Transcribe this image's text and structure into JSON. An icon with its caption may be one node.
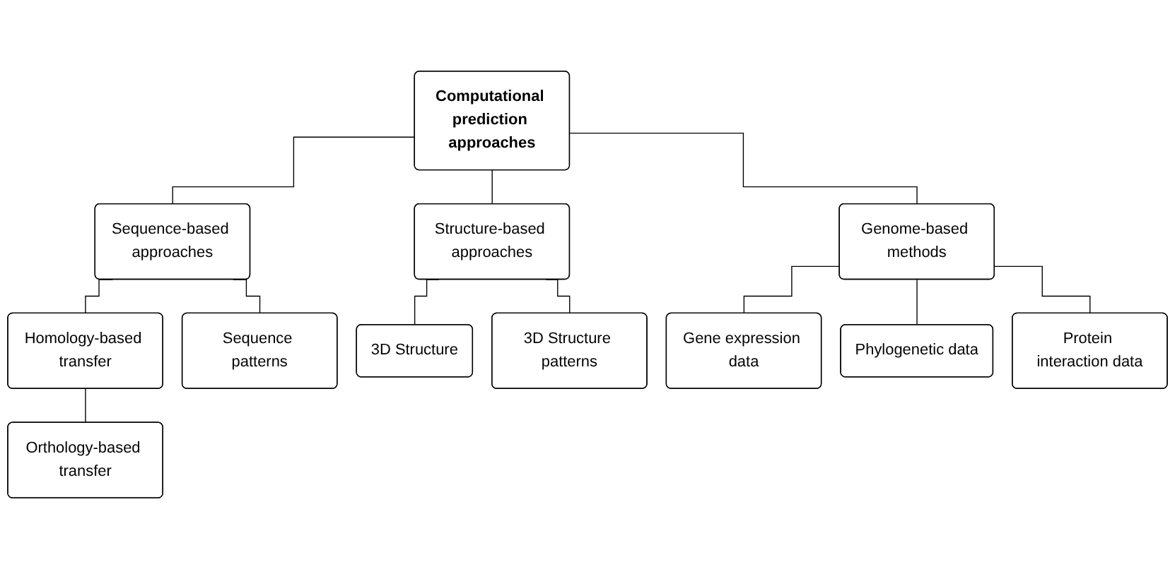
{
  "diagram": {
    "nodes": [
      {
        "text": [
          "Computational prediction approaches"
        ]
      },
      {
        "text": [
          "Sequence-based approaches"
        ]
      },
      {
        "text": [
          "Structure-based approaches"
        ]
      },
      {
        "text": [
          "Genome-based methods"
        ]
      },
      {
        "text": [
          "Homology-based transfer"
        ]
      },
      {
        "text": [
          "Sequence patterns"
        ]
      },
      {
        "text": [
          "Orthology-based transfer"
        ]
      },
      {
        "text": [
          "3D Structure"
        ]
      },
      {
        "text": [
          "3D Structure patterns"
        ]
      },
      {
        "text": [
          "Gene expression data"
        ]
      },
      {
        "text": [
          "Phylogenetic data"
        ]
      },
      {
        "text": [
          "Protein interaction data"
        ]
      }
    ],
    "edges": [
      {
        "from": 0,
        "to": 1,
        "arrow": "none"
      },
      {
        "from": 0,
        "to": 2,
        "arrow": "none"
      },
      {
        "from": 0,
        "to": 3,
        "arrow": "none"
      },
      {
        "from": 1,
        "to": 4,
        "arrow": "none"
      },
      {
        "from": 1,
        "to": 5,
        "arrow": "none"
      },
      {
        "from": 4,
        "to": 6,
        "arrow": "none"
      },
      {
        "from": 2,
        "to": 7,
        "arrow": "none"
      },
      {
        "from": 2,
        "to": 8,
        "arrow": "none"
      },
      {
        "from": 3,
        "to": 9,
        "arrow": "none"
      },
      {
        "from": 3,
        "to": 10,
        "arrow": "none"
      },
      {
        "from": 3,
        "to": 11,
        "arrow": "none"
      }
    ]
  }
}
